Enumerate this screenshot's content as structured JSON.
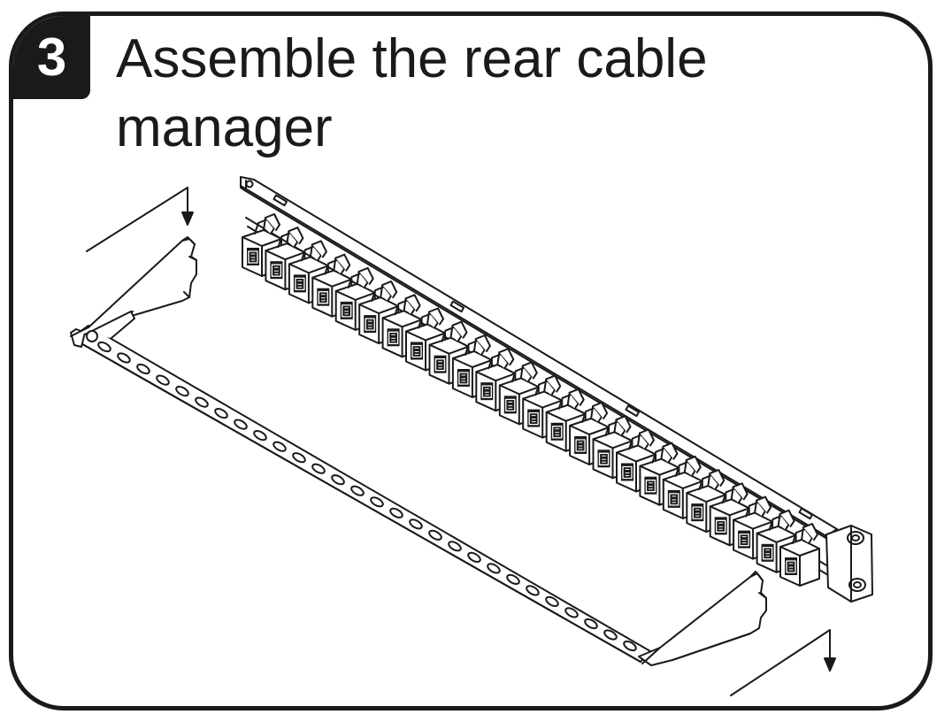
{
  "step": {
    "number": "3",
    "title": "Assemble the rear cable manager"
  },
  "illustration": {
    "subject": "patch-panel-with-rear-cable-manager",
    "port_count": 24,
    "bar_hole_count": 28,
    "line_color": "#1a1a1a"
  }
}
